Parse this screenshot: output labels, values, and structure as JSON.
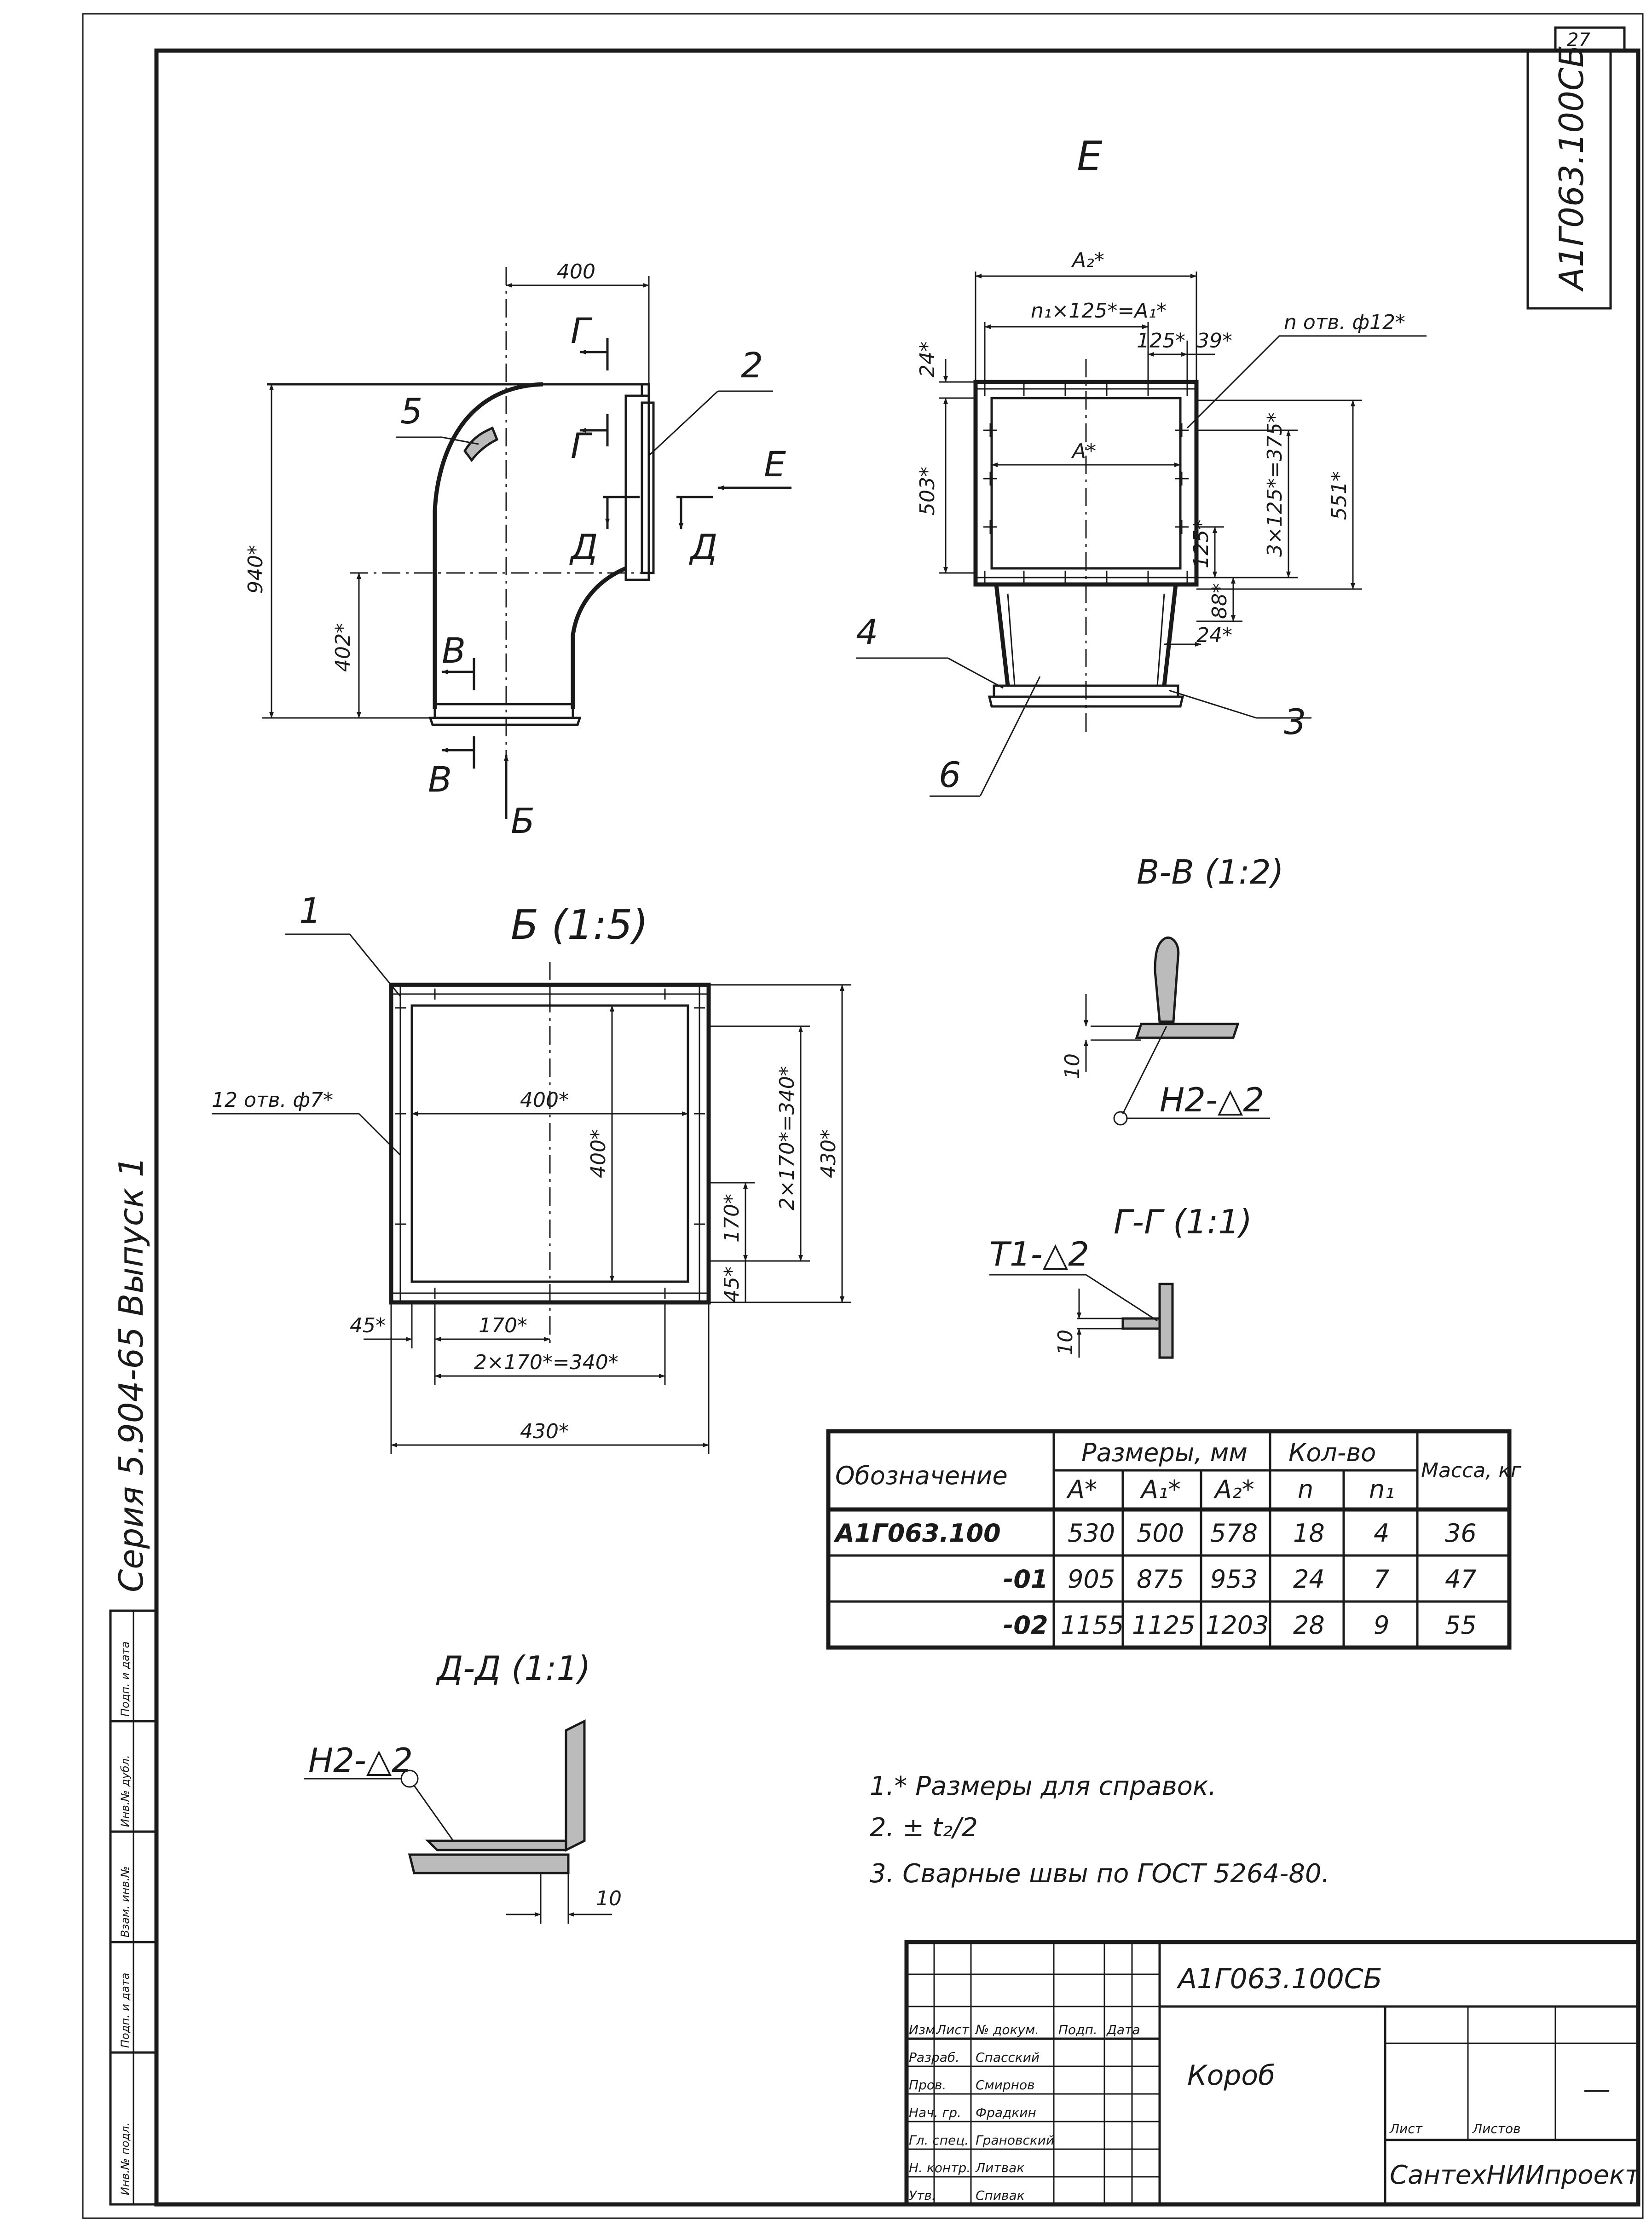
{
  "sheet": {
    "page_number": "27",
    "stamp_designation": "А1Г063.100СБ",
    "series_text": "Серия 5.904-65 Выпуск 1",
    "side_stamp": [
      "Инв.№ подл.",
      "Подп. и дата",
      "Взам. инв.№",
      "Инв.№ дубл.",
      "Подп. и дата"
    ]
  },
  "view_main": {
    "dims": {
      "width_400": "400",
      "height_940": "940*",
      "height_402": "402*"
    },
    "callouts": {
      "c2": "2",
      "c5": "5"
    },
    "section_marks": {
      "g_upper": "Г",
      "g_lower": "Г",
      "d_left": "Д",
      "d_right": "Д",
      "v_upper": "В",
      "v_lower": "В",
      "view_b": "Б",
      "view_e": "Е"
    }
  },
  "view_e": {
    "title": "Е",
    "dims": {
      "a2": "A₂*",
      "n1": "n₁×125*=A₁*",
      "d125": "125*",
      "d39": "39*",
      "holes": "n отв. ф12*",
      "d24_top": "24*",
      "a_inner": "A*",
      "d503": "503*",
      "d3x125": "3×125*=375*",
      "d551": "551*",
      "d125_side": "125*",
      "d88": "88*",
      "d24_bot": "24*"
    },
    "callouts": {
      "c3": "3",
      "c4": "4",
      "c6": "6"
    }
  },
  "view_b": {
    "title": "Б (1:5)",
    "dims": {
      "holes": "12 отв. ф7*",
      "w400": "400*",
      "h400": "400*",
      "d2x170_v": "2×170*=340*",
      "d430_v": "430*",
      "d170_v": "170*",
      "d45_v": "45*",
      "d45_h": "45*",
      "d170_h": "170*",
      "d2x170_h": "2×170*=340*",
      "d430_h": "430*"
    },
    "callouts": {
      "c1": "1"
    }
  },
  "section_vv": {
    "title": "В-В (1:2)",
    "dim": "10",
    "weld": "Н2-△2"
  },
  "section_gg": {
    "title": "Г-Г (1:1)",
    "dim": "10",
    "weld": "Т1-△2"
  },
  "section_dd": {
    "title": "Д-Д (1:1)",
    "dim": "10",
    "weld": "Н2-△2"
  },
  "table": {
    "headers": {
      "designation": "Обозначение",
      "sizes": "Размеры, мм",
      "qty": "Кол-во",
      "mass": "Масса, кг",
      "a": "A*",
      "a1": "A₁*",
      "a2": "A₂*",
      "n": "n",
      "n1": "n₁"
    },
    "rows": [
      {
        "designation": "А1Г063.100",
        "a": "530",
        "a1": "500",
        "a2": "578",
        "n": "18",
        "n1": "4",
        "mass": "36"
      },
      {
        "designation": "-01",
        "a": "905",
        "a1": "875",
        "a2": "953",
        "n": "24",
        "n1": "7",
        "mass": "47"
      },
      {
        "designation": "-02",
        "a": "1155",
        "a1": "1125",
        "a2": "1203",
        "n": "28",
        "n1": "9",
        "mass": "55"
      }
    ]
  },
  "notes": [
    "1.* Размеры для справок.",
    "2. ± t₂/2",
    "3. Сварные швы по ГОСТ 5264-80."
  ],
  "title_block": {
    "designation": "А1Г063.100СБ",
    "name": "Короб",
    "organization": "СантехНИИпроект",
    "sheet_label": "Лист",
    "sheets_label": "Листов",
    "mass_dash": "—",
    "header_cols": [
      "Изм.",
      "Лист",
      "№ докум.",
      "Подп.",
      "Дата"
    ],
    "roles": [
      "Разраб.",
      "Пров.",
      "Нач. гр.",
      "Гл. спец.",
      "Н. контр.",
      "Утв."
    ],
    "names": [
      "Спасский",
      "Смирнов",
      "Фрадкин",
      "Грановский",
      "Литвак",
      "Спивак"
    ]
  }
}
